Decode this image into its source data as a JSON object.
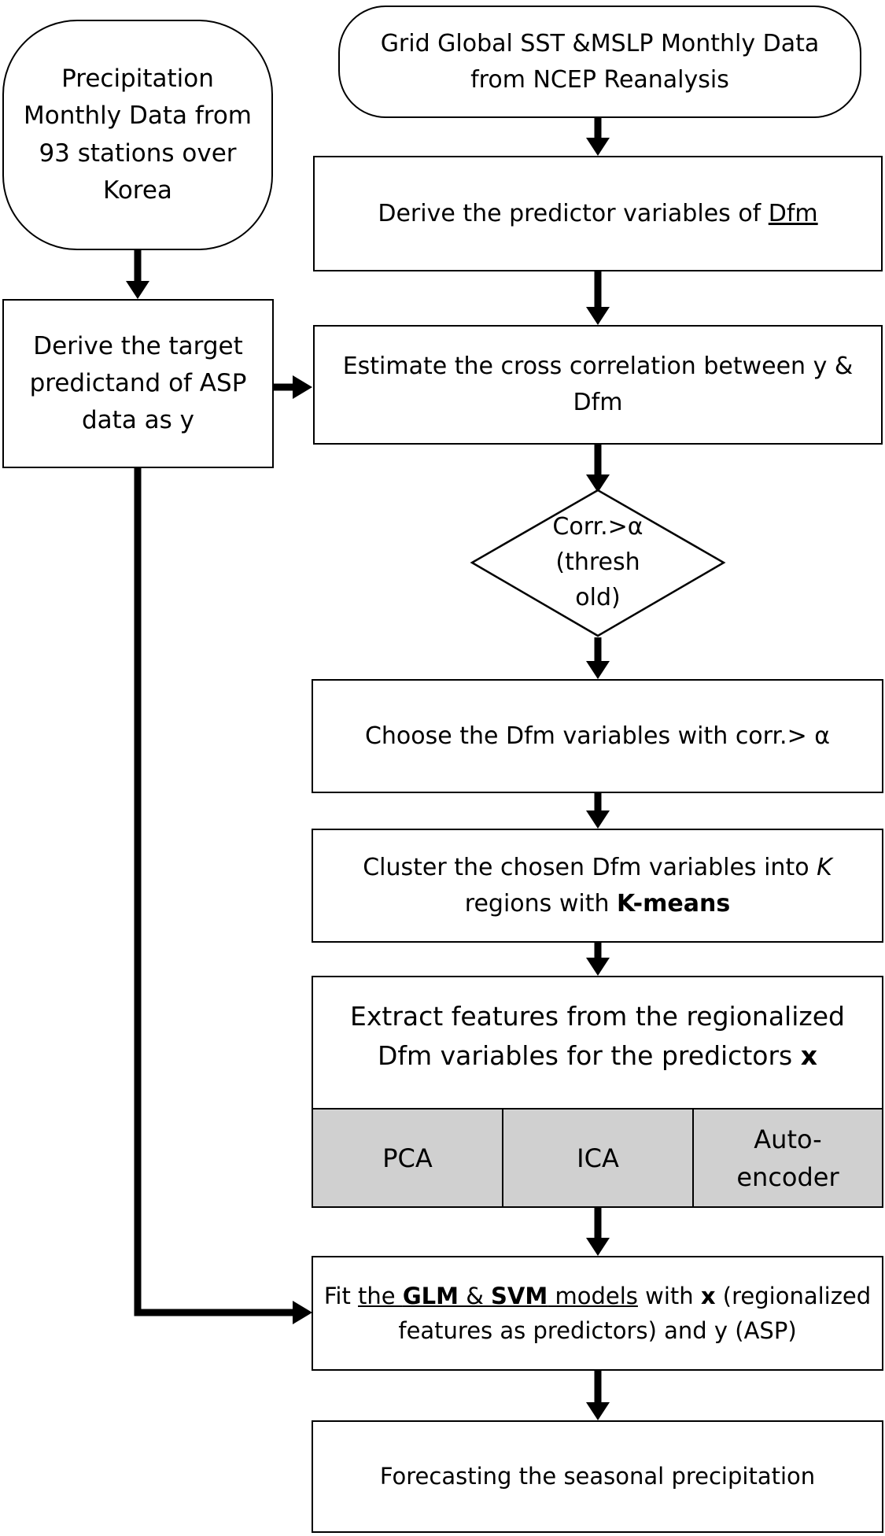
{
  "nodes": {
    "precip_source": "Precipitation Monthly Data from 93 stations over Korea",
    "grid_source": "Grid Global SST &MSLP Monthly Data from NCEP Reanalysis",
    "derive_predictors": {
      "prefix": "Derive the predictor variables of ",
      "dfm": "Dfm"
    },
    "derive_target": "Derive the target predictand of ASP data as y",
    "cross_corr": "Estimate the cross correlation between y & Dfm",
    "decision": {
      "line1": "Corr.>α",
      "line2": "(thresh",
      "line3": "old)"
    },
    "choose_vars": "Choose the Dfm variables with corr.> α",
    "cluster": {
      "prefix": "Cluster the chosen Dfm variables into ",
      "k": "K",
      "middle": " regions with ",
      "method": "K-means"
    },
    "extract": {
      "text": "Extract features from the regionalized Dfm variables for the predictors ",
      "x": "x"
    },
    "methods": {
      "pca": "PCA",
      "ica": "ICA",
      "autoencoder_1": "Auto-",
      "autoencoder_2": "encoder"
    },
    "fit": {
      "p1": "Fit ",
      "u1": "the ",
      "glm": "GLM",
      "amp": " & ",
      "svm": "SVM",
      "u2": " models",
      "p2": " with ",
      "x": "x",
      "p3": " (regionalized features as predictors) and y (ASP)"
    },
    "forecast": "Forecasting the seasonal precipitation"
  }
}
